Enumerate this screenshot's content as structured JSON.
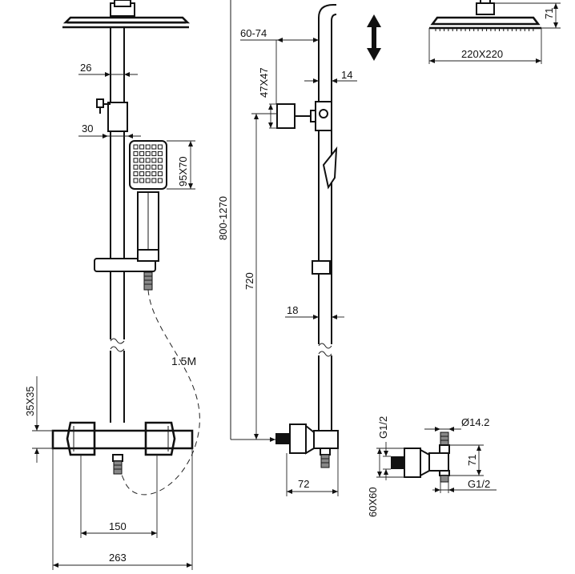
{
  "dimensions": {
    "d26": "26",
    "d30": "30",
    "d95x70": "95X70",
    "d800_1270": "800-1270",
    "d60_74": "60-74",
    "d47x47": "47X47",
    "d14": "14",
    "d720": "720",
    "d18": "18",
    "d1_5m": "1.5M",
    "d35x35": "35X35",
    "d150": "150",
    "d263": "263",
    "d72": "72",
    "d220x220": "220X220",
    "d71_top": "71",
    "g12_top": "G1/2",
    "d14_2": "Ø14.2",
    "d71_valve": "71",
    "g12_bottom": "G1/2",
    "d60x60": "60X60"
  }
}
